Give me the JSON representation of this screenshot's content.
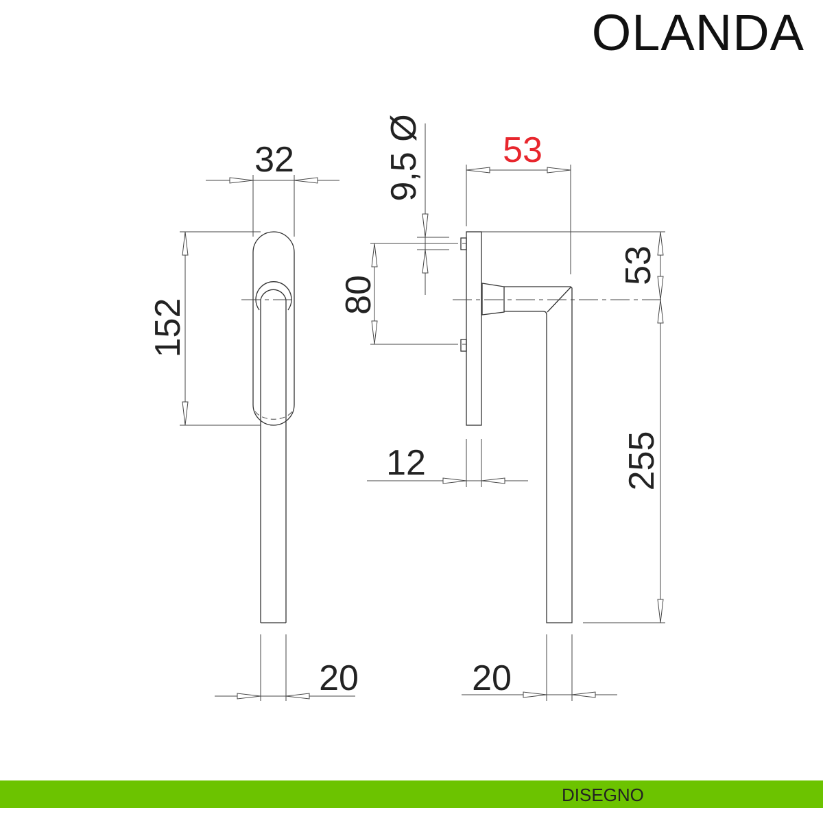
{
  "title": "OLANDA",
  "footer": {
    "label": "DISEGNO",
    "color": "#6cc300"
  },
  "dimensions": {
    "front_width": "32",
    "front_height": "152",
    "front_shaft_width": "20",
    "pin_diameter": "9,5 Ø",
    "projection": "53",
    "projection_color": "#e8262d",
    "screw_spacing": "80",
    "plate_thickness": "12",
    "spindle_offset": "53",
    "handle_length": "255",
    "side_shaft_width": "20"
  }
}
